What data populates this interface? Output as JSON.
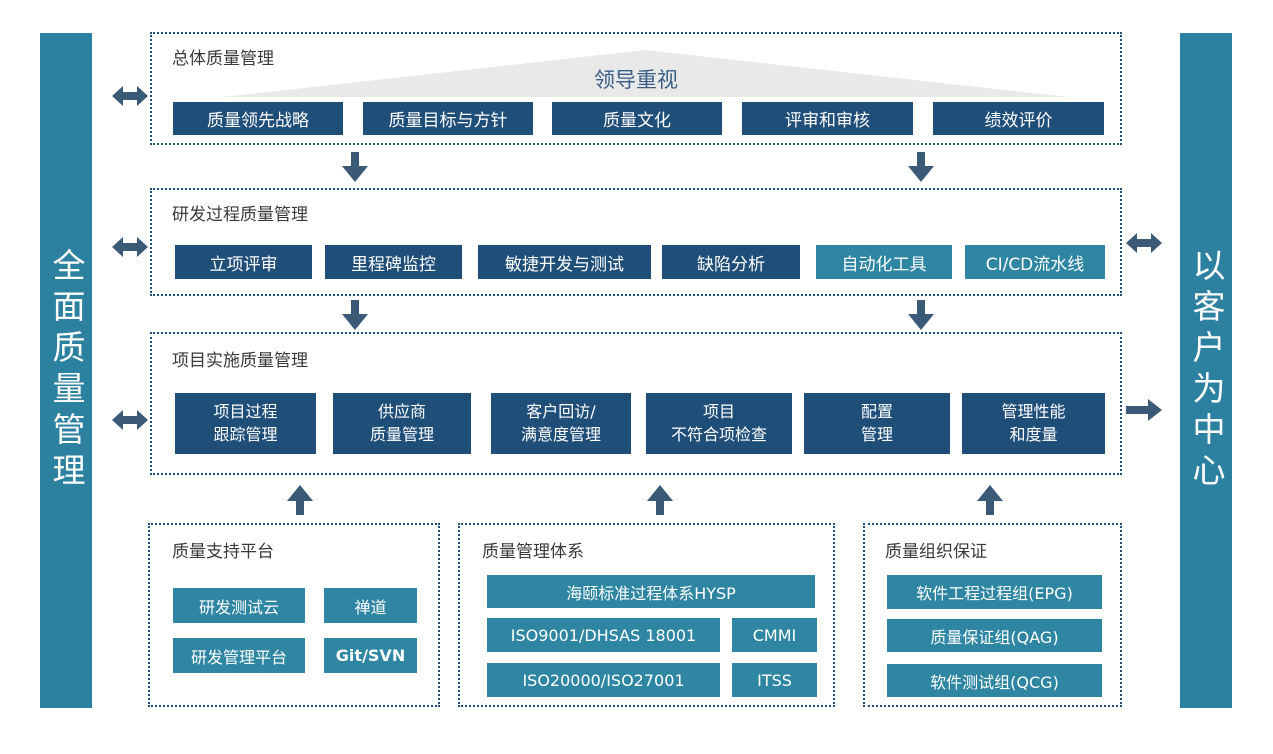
{
  "bars": {
    "left": {
      "text": "全面质量管理"
    },
    "right": {
      "text": "以客户为中心"
    }
  },
  "sections": {
    "overall": {
      "title": "总体质量管理",
      "banner": "领导重视",
      "items": [
        "质量领先战略",
        "质量目标与方针",
        "质量文化",
        "评审和审核",
        "绩效评价"
      ]
    },
    "rd": {
      "title": "研发过程质量管理",
      "items": [
        "立项评审",
        "里程碑监控",
        "敏捷开发与测试",
        "缺陷分析",
        "自动化工具",
        "CI/CD流水线"
      ]
    },
    "project": {
      "title": "项目实施质量管理",
      "items": [
        {
          "line1": "项目过程",
          "line2": "跟踪管理"
        },
        {
          "line1": "供应商",
          "line2": "质量管理"
        },
        {
          "line1": "客户回访/",
          "line2": "满意度管理"
        },
        {
          "line1": "项目",
          "line2": "不符合项检查"
        },
        {
          "line1": "配置",
          "line2": "管理"
        },
        {
          "line1": "管理性能",
          "line2": "和度量"
        }
      ]
    },
    "platform": {
      "title": "质量支持平台",
      "items": [
        "研发测试云",
        "禅道",
        "研发管理平台",
        "Git/SVN"
      ]
    },
    "system": {
      "title": "质量管理体系",
      "wide": "海颐标准过程体系HYSP",
      "items": [
        "ISO9001/DHSAS 18001",
        "CMMI",
        "ISO20000/ISO27001",
        "ITSS"
      ]
    },
    "org": {
      "title": "质量组织保证",
      "items": [
        "软件工程过程组(EPG)",
        "质量保证组(QAG)",
        "软件测试组(QCG)"
      ]
    }
  },
  "colors": {
    "dark_blue": "#1F4E79",
    "teal_button": "#2E86A3",
    "bar_teal": "#2D81A0",
    "arrow": "#3B5A78",
    "dotted_border": "#1F4E79",
    "triangle_gray": "#E9E9E9"
  }
}
